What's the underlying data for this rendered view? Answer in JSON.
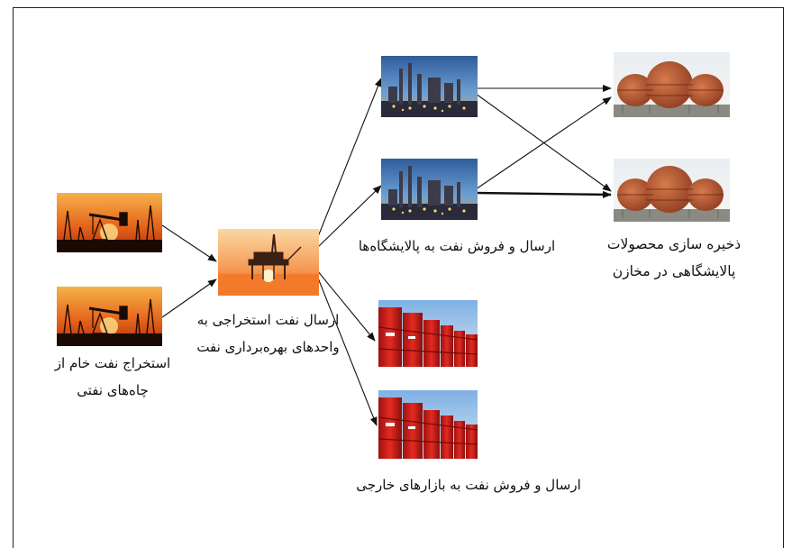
{
  "labels": {
    "wells": "استخراج نفت خام از چاه‌های نفتی",
    "platform": "ارسال نفت استخراجی به واحدهای بهره‌برداری نفت",
    "refineries": "ارسال و فروش نفت به پالایشگاه‌ها",
    "storage": "ذخیره سازی محصولات پالایشگاهی در مخازن",
    "export": "ارسال و فروش نفت به بازارهای خارجی"
  },
  "images": {
    "well_1": "oil-pumpjack-image",
    "well_2": "oil-pumpjack-image",
    "platform": "offshore-platform-image",
    "refinery_1": "refinery-image",
    "refinery_2": "refinery-image",
    "storage_1": "storage-tanks-image",
    "storage_2": "storage-tanks-image",
    "barrels_1": "oil-barrels-image",
    "barrels_2": "oil-barrels-image"
  },
  "colors": {
    "sunset_top": "#f2a13a",
    "sunset_bottom": "#c2350f",
    "sea": "#f47a2b",
    "refinery_sky": "#3f74b8",
    "tank": "#b4532c",
    "barrel": "#d6221c",
    "line": "#111111"
  }
}
